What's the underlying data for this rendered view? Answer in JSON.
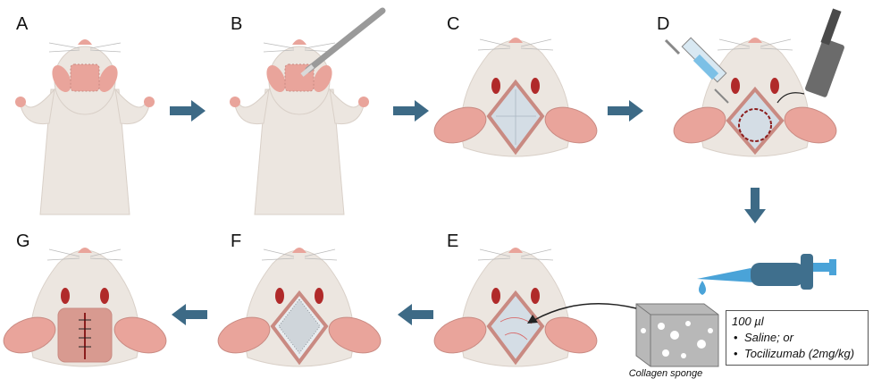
{
  "panels": [
    {
      "id": "A",
      "label": "A"
    },
    {
      "id": "B",
      "label": "B"
    },
    {
      "id": "C",
      "label": "C"
    },
    {
      "id": "D",
      "label": "D"
    },
    {
      "id": "E",
      "label": "E"
    },
    {
      "id": "F",
      "label": "F"
    },
    {
      "id": "G",
      "label": "G"
    }
  ],
  "treatment_note": {
    "volume": "100 µl",
    "options": [
      "Saline; or",
      "Tocilizumab (2mg/kg)"
    ]
  },
  "sponge_label": "Collagen sponge",
  "colors": {
    "arrow": "#3d6a86",
    "fur": "#ece6e0",
    "skin_pink": "#e9a49b",
    "wound": "#d4dde5",
    "pipette": "#3f6f8d",
    "droplet": "#4aa3d8"
  }
}
